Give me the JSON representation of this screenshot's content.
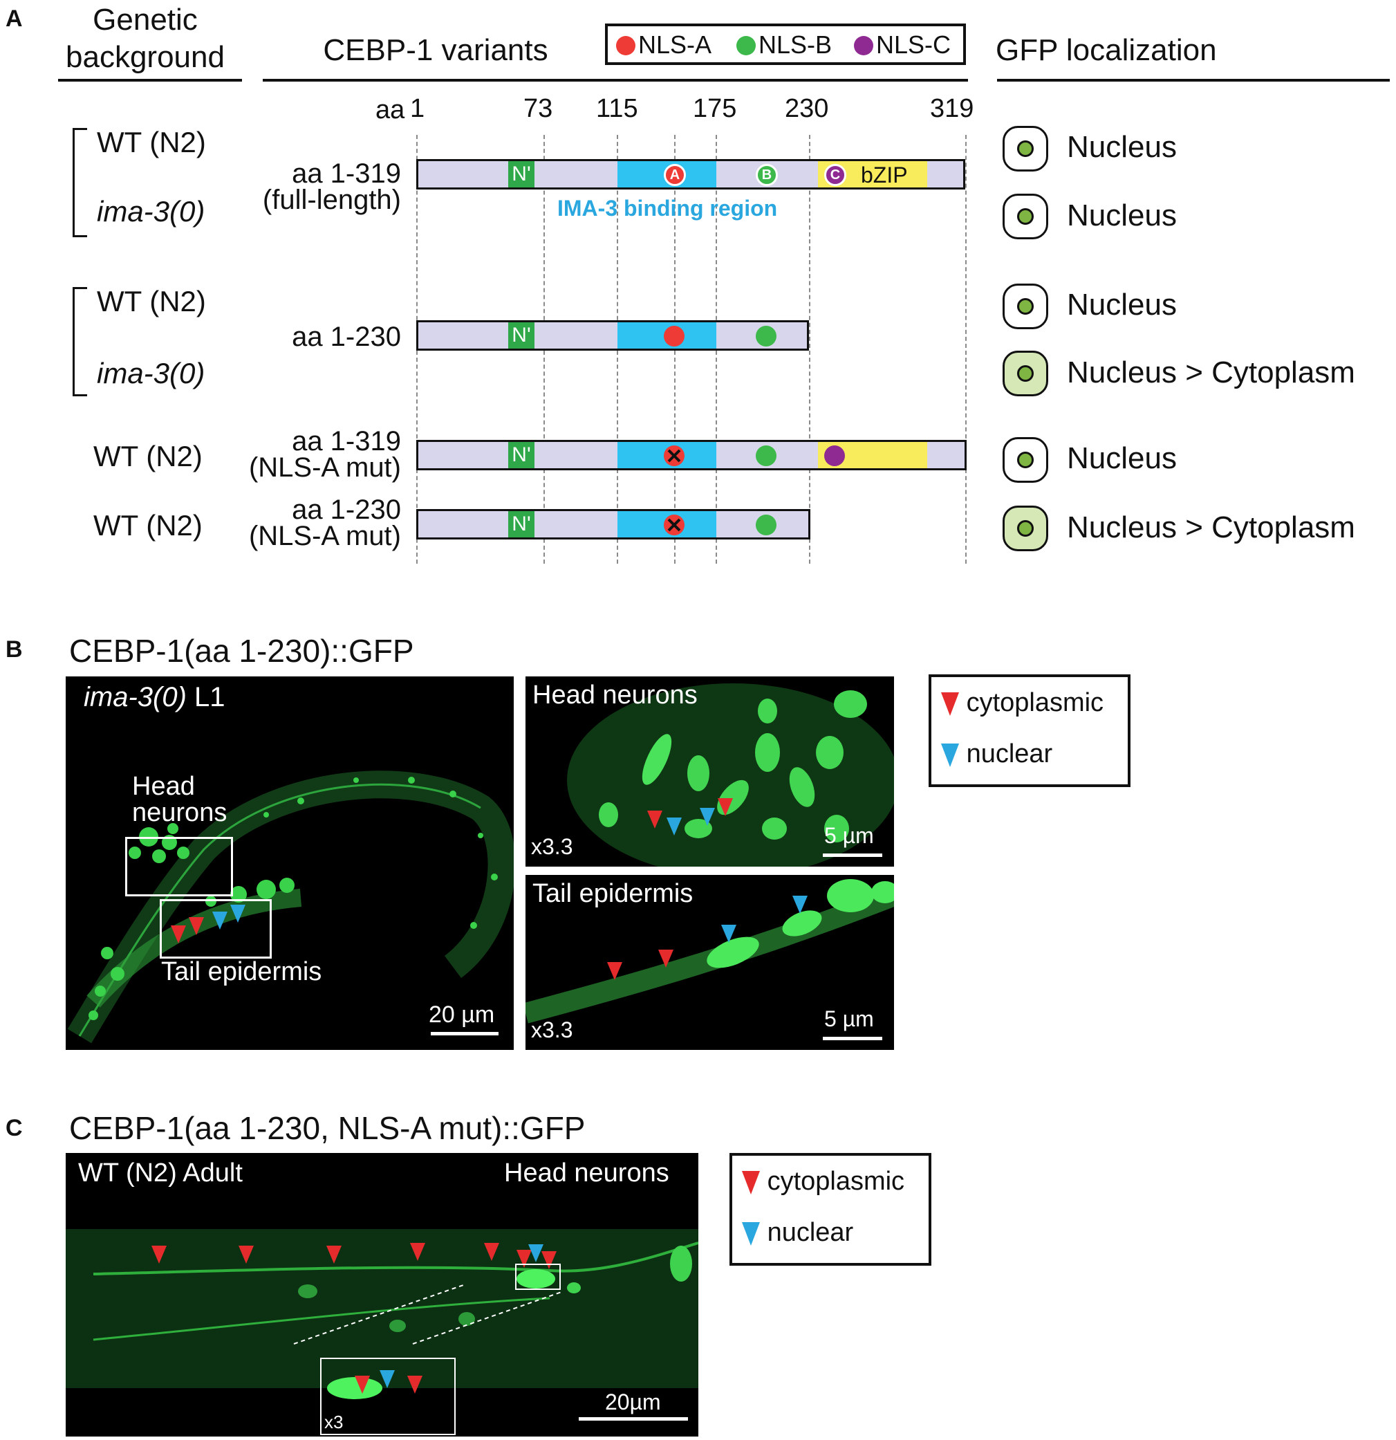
{
  "panelA": {
    "letter": "A",
    "headers": {
      "genetic_background": "Genetic background",
      "variants": "CEBP-1 variants",
      "gfp": "GFP localization"
    },
    "legend": {
      "a": "NLS-A",
      "b": "NLS-B",
      "c": "NLS-C"
    },
    "positions": {
      "aa_prefix": "aa",
      "p1": "1",
      "p73": "73",
      "p115": "115",
      "p175": "175",
      "p230": "230",
      "p319": "319"
    },
    "rows": {
      "r1": {
        "bg1": "WT (N2)",
        "bg2": "ima-3(0)",
        "label1": "aa 1-319",
        "label2": "(full-length)",
        "loc1": "Nucleus",
        "loc2": "Nucleus"
      },
      "r2": {
        "bg1": "WT (N2)",
        "bg2": "ima-3(0)",
        "label1": "aa 1-230",
        "loc1": "Nucleus",
        "loc2": "Nucleus > Cytoplasm"
      },
      "r3": {
        "bg": "WT (N2)",
        "label1": "aa 1-319",
        "label2": "(NLS-A mut)",
        "loc": "Nucleus"
      },
      "r4": {
        "bg": "WT (N2)",
        "label1": "aa 1-230",
        "label2": "(NLS-A mut)",
        "loc": "Nucleus > Cytoplasm"
      }
    },
    "domain_labels": {
      "nterm": "N'",
      "bzip": "bZIP",
      "ima3": "IMA-3 binding region",
      "dotA": "A",
      "dotB": "B",
      "dotC": "C"
    },
    "colors": {
      "bar": "#d7d6ec",
      "ima3": "#2ec3f0",
      "bzip": "#f8ec5c",
      "nterm": "#2fa84a",
      "nlsA": "#ee3b35",
      "nlsB": "#3db84a",
      "nlsC": "#8e2a92"
    }
  },
  "panelB": {
    "letter": "B",
    "title": "CEBP-1(aa 1-230)::GFP",
    "main": {
      "genotype": "ima-3(0)",
      "stage": "L1",
      "head_label_1": "Head",
      "head_label_2": "neurons",
      "tail_label": "Tail epidermis",
      "scalebar": "20 µm"
    },
    "inset_head": {
      "title": "Head neurons",
      "zoom": "x3.3",
      "scalebar": "5 µm"
    },
    "inset_tail": {
      "title": "Tail epidermis",
      "zoom": "x3.3",
      "scalebar": "5 µm"
    },
    "legend": {
      "cyto": "cytoplasmic",
      "nuc": "nuclear"
    }
  },
  "panelC": {
    "letter": "C",
    "title": "CEBP-1(aa 1-230, NLS-A mut)::GFP",
    "main": {
      "left_label": "WT (N2) Adult",
      "right_label": "Head neurons",
      "zoom": "x3",
      "scalebar": "20µm"
    },
    "legend": {
      "cyto": "cytoplasmic",
      "nuc": "nuclear"
    }
  }
}
